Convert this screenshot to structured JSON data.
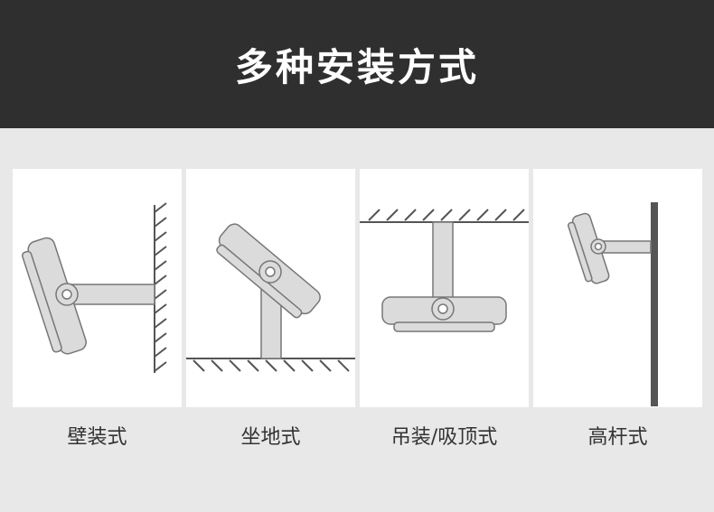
{
  "page": {
    "title": "多种安装方式",
    "banner_color": "#2f2f2f",
    "background_color": "#e9e8e8"
  },
  "mounts": [
    {
      "label": "壁装式",
      "icon": "wall-mount-icon"
    },
    {
      "label": "坐地式",
      "icon": "floor-mount-icon"
    },
    {
      "label": "吊装/吸顶式",
      "icon": "ceiling-mount-icon"
    },
    {
      "label": "高杆式",
      "icon": "pole-mount-icon"
    }
  ]
}
